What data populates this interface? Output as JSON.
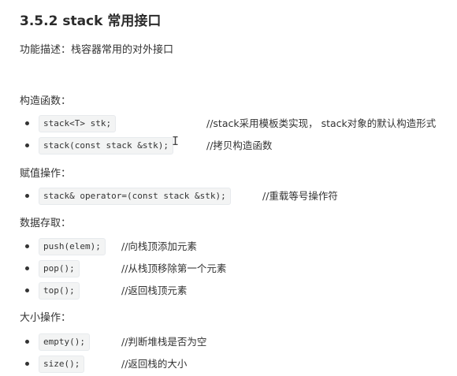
{
  "heading": "3.5.2 stack 常用接口",
  "description": "功能描述：栈容器常用的对外接口",
  "sections": [
    {
      "title": "构造函数：",
      "items": [
        {
          "code": "stack<T> stk;",
          "comment": "//stack采用模板类实现， stack对象的默认构造形式"
        },
        {
          "code": "stack(const stack &stk);",
          "comment": "//拷贝构造函数"
        }
      ]
    },
    {
      "title": "赋值操作：",
      "items": [
        {
          "code": "stack& operator=(const stack &stk);",
          "comment": "//重载等号操作符"
        }
      ]
    },
    {
      "title": "数据存取：",
      "items": [
        {
          "code": "push(elem);",
          "comment": "//向栈顶添加元素"
        },
        {
          "code": "pop();",
          "comment": "//从栈顶移除第一个元素"
        },
        {
          "code": "top();",
          "comment": "//返回栈顶元素"
        }
      ]
    },
    {
      "title": "大小操作：",
      "items": [
        {
          "code": "empty();",
          "comment": "//判断堆栈是否为空"
        },
        {
          "code": "size();",
          "comment": "//返回栈的大小"
        }
      ]
    }
  ],
  "cursor_glyph": "I"
}
